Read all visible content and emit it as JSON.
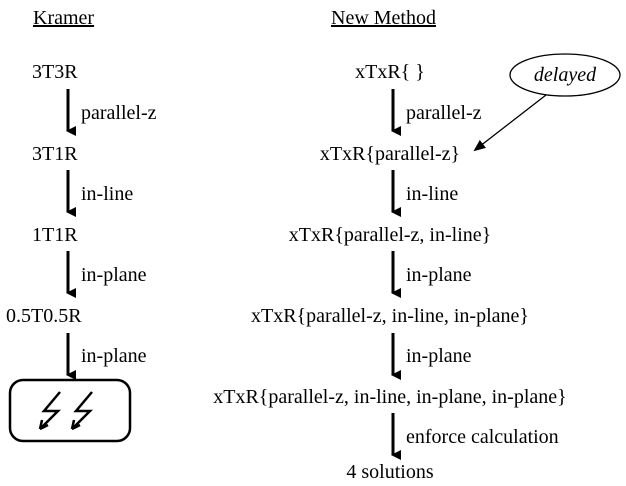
{
  "headers": {
    "left": "Kramer",
    "right": "New Method"
  },
  "left": {
    "nodes": [
      "3T3R",
      "3T1R",
      "1T1R",
      "0.5T0.5R"
    ],
    "edges": [
      "parallel-z",
      "in-line",
      "in-plane",
      "in-plane"
    ]
  },
  "right": {
    "nodes": [
      "xTxR{ }",
      "xTxR{parallel-z}",
      "xTxR{parallel-z, in-line}",
      "xTxR{parallel-z, in-line, in-plane}",
      "xTxR{parallel-z, in-line, in-plane, in-plane}",
      "4 solutions"
    ],
    "edges": [
      "parallel-z",
      "in-line",
      "in-plane",
      "in-plane",
      "enforce calculation"
    ]
  },
  "callout": "delayed",
  "failure_symbol": "lightning-bolts-icon"
}
